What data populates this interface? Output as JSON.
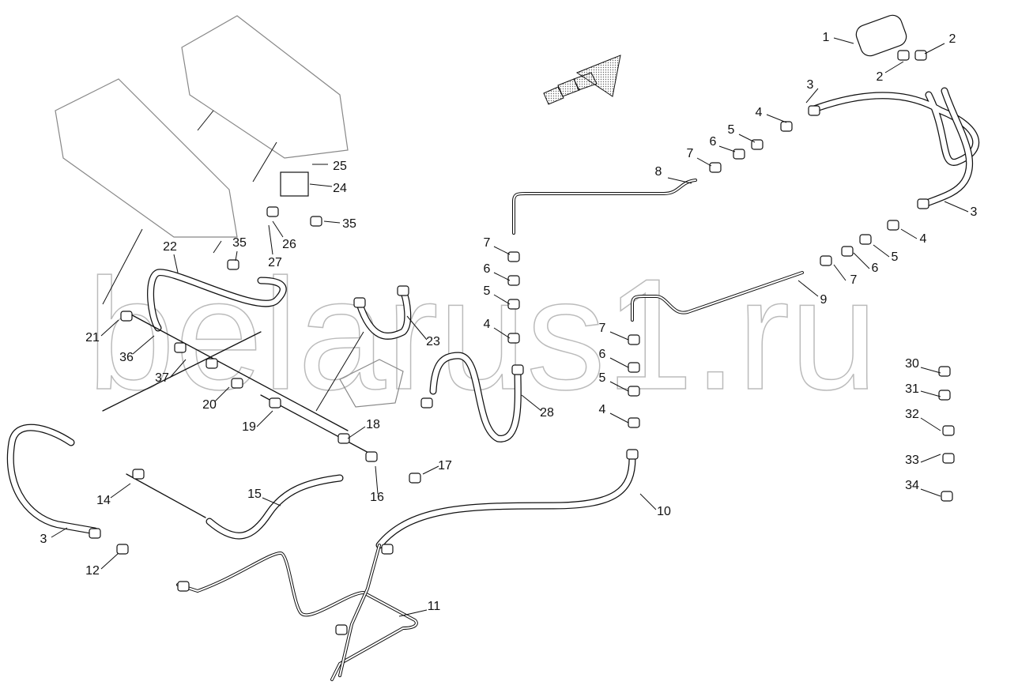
{
  "watermark": "belarus1.ru",
  "colors": {
    "line": "#111111",
    "watermark": "#bbbbbb",
    "hatch": "#777777"
  },
  "callouts": [
    {
      "n": "1"
    },
    {
      "n": "2"
    },
    {
      "n": "2"
    },
    {
      "n": "3"
    },
    {
      "n": "4"
    },
    {
      "n": "5"
    },
    {
      "n": "6"
    },
    {
      "n": "7"
    },
    {
      "n": "8"
    },
    {
      "n": "25"
    },
    {
      "n": "24"
    },
    {
      "n": "35"
    },
    {
      "n": "26"
    },
    {
      "n": "27"
    },
    {
      "n": "35"
    },
    {
      "n": "22"
    },
    {
      "n": "3"
    },
    {
      "n": "4"
    },
    {
      "n": "5"
    },
    {
      "n": "6"
    },
    {
      "n": "7"
    },
    {
      "n": "9"
    },
    {
      "n": "7"
    },
    {
      "n": "6"
    },
    {
      "n": "5"
    },
    {
      "n": "4"
    },
    {
      "n": "23"
    },
    {
      "n": "28"
    },
    {
      "n": "7"
    },
    {
      "n": "6"
    },
    {
      "n": "5"
    },
    {
      "n": "4"
    },
    {
      "n": "21"
    },
    {
      "n": "36"
    },
    {
      "n": "37"
    },
    {
      "n": "20"
    },
    {
      "n": "19"
    },
    {
      "n": "18"
    },
    {
      "n": "17"
    },
    {
      "n": "16"
    },
    {
      "n": "15"
    },
    {
      "n": "14"
    },
    {
      "n": "3"
    },
    {
      "n": "12"
    },
    {
      "n": "11"
    },
    {
      "n": "10"
    },
    {
      "n": "30"
    },
    {
      "n": "31"
    },
    {
      "n": "32"
    },
    {
      "n": "33"
    },
    {
      "n": "34"
    }
  ]
}
